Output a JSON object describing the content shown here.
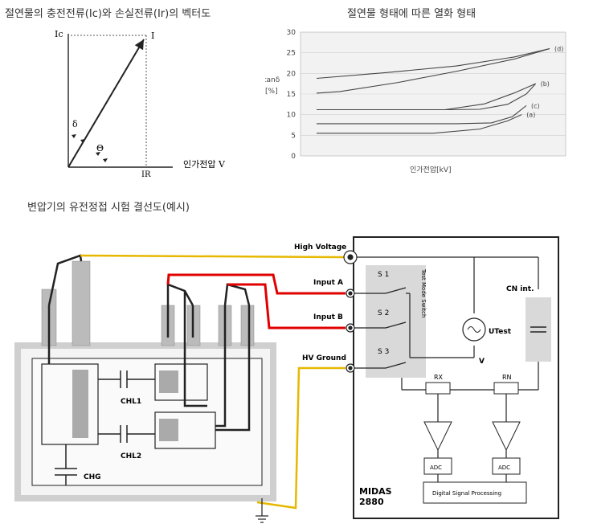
{
  "titles": {
    "vector": "절연물의 충전전류(Ic)와 손실전류(Ir)의 벡터도",
    "degradation": "절연물 형태에 따른 열화 형태",
    "wiring": "변압기의 유전정접 시험 결선도(예시)"
  },
  "vector": {
    "ic_label": "Ic",
    "i_label": "I",
    "delta_label": "δ",
    "theta_label": "Θ",
    "ir_label": "IR",
    "x_axis_label": "인가전압 V"
  },
  "chart_data": {
    "type": "line",
    "title": "절연물 형태에 따른 열화 형태",
    "xlabel": "인가전압[kV]",
    "ylabel": "tanδ [%]",
    "ylim": [
      0,
      30
    ],
    "yticks": [
      0,
      5,
      10,
      15,
      20,
      25,
      30
    ],
    "grid": true,
    "x_range_fraction": [
      0,
      1
    ],
    "series": [
      {
        "name": "(d)",
        "x": [
          0.0,
          0.1,
          0.35,
          0.6,
          0.85,
          1.0
        ],
        "y": [
          15.2,
          15.6,
          17.8,
          20.5,
          23.5,
          26.0
        ]
      },
      {
        "name": "(d)",
        "x": [
          0.0,
          0.3,
          0.6,
          0.85,
          1.0
        ],
        "y": [
          18.8,
          20.2,
          21.8,
          24.0,
          26.0
        ]
      },
      {
        "name": "(b)",
        "x": [
          0.0,
          0.55,
          0.7,
          0.82,
          0.9,
          0.94
        ],
        "y": [
          11.2,
          11.2,
          11.3,
          12.5,
          15.0,
          17.5
        ]
      },
      {
        "name": "(b)",
        "x": [
          0.0,
          0.55,
          0.72,
          0.85,
          0.94
        ],
        "y": [
          11.2,
          11.2,
          12.6,
          15.3,
          17.5
        ]
      },
      {
        "name": "(c)",
        "x": [
          0.0,
          0.6,
          0.75,
          0.84,
          0.9
        ],
        "y": [
          7.8,
          7.8,
          8.0,
          9.5,
          12.2
        ]
      },
      {
        "name": "(a)",
        "x": [
          0.0,
          0.5,
          0.7,
          0.82,
          0.88
        ],
        "y": [
          5.5,
          5.5,
          6.5,
          8.5,
          10.0
        ]
      }
    ],
    "labels": [
      "(d)",
      "(b)",
      "(c)",
      "(a)"
    ]
  },
  "wiring": {
    "high_voltage": "High Voltage",
    "input_a": "Input A",
    "input_b": "Input B",
    "hv_ground": "HV Ground",
    "s1": "S 1",
    "s2": "S 2",
    "s3": "S 3",
    "test_mode_switch": "Test Mode Switch",
    "v": "V",
    "u_test": "UTest",
    "c_n_int": "CN int.",
    "r_x": "RX",
    "r_n": "RN",
    "adc": "ADC",
    "dsp": "Digital Signal Processing",
    "brand": "MIDAS",
    "model": "2880",
    "c_hl1": "CHL1",
    "c_hl2": "CHL2",
    "c_hg": "CHG"
  }
}
